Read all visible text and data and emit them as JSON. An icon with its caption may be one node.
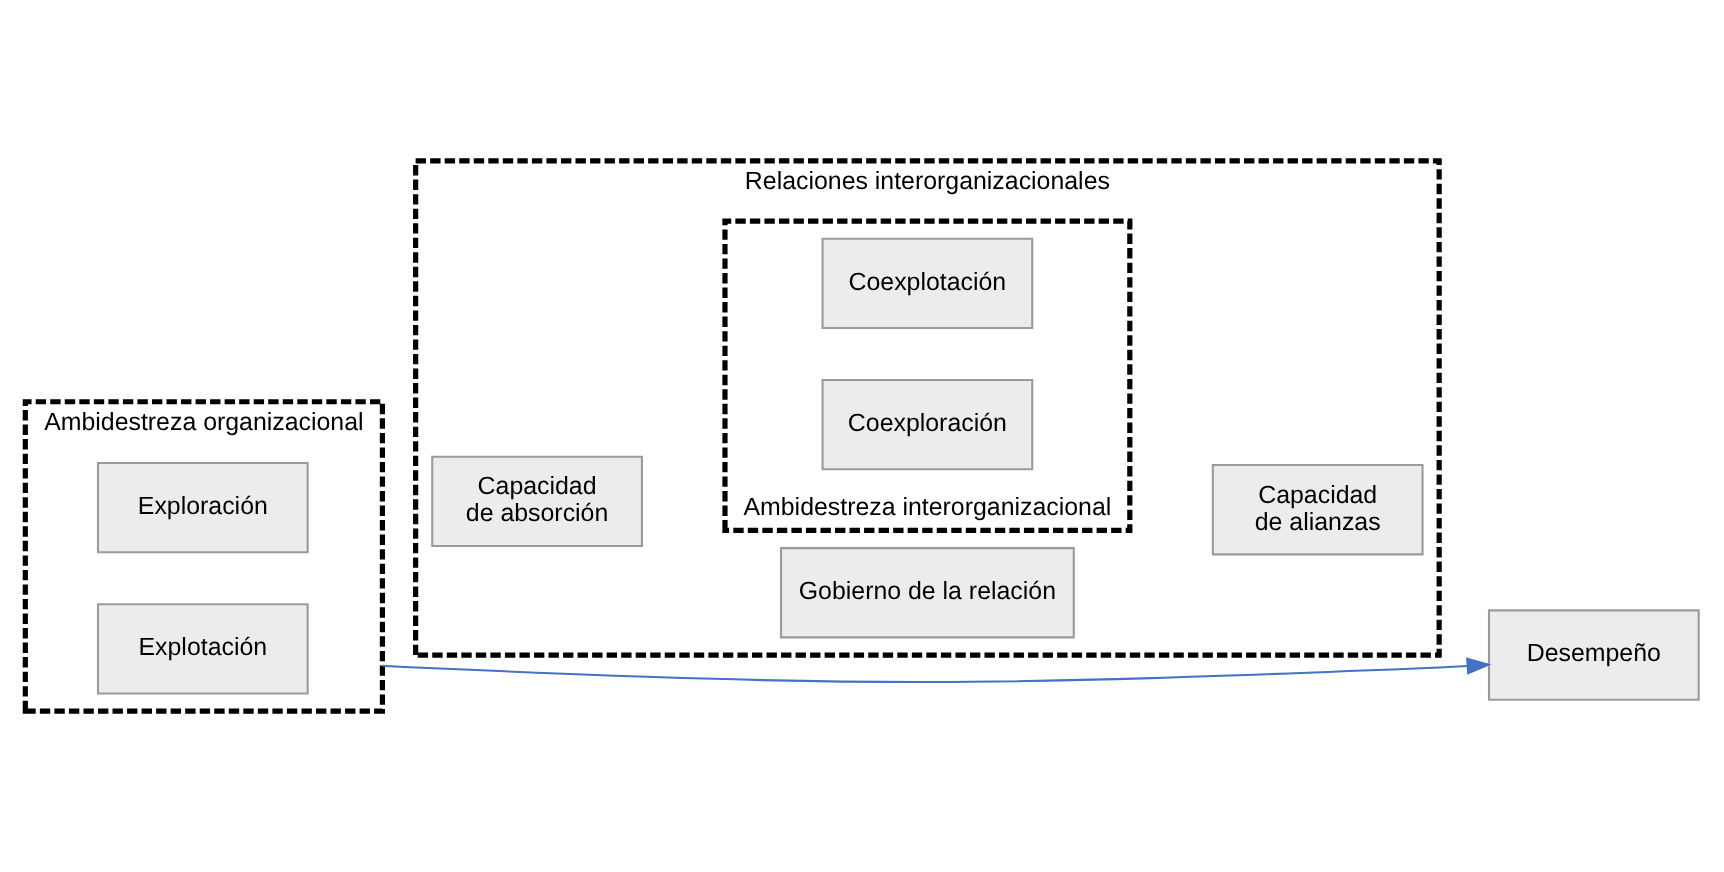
{
  "diagram": {
    "nodes": [
      {
        "text": [
          "Ambidestreza organizacional"
        ]
      },
      {
        "text": [
          "Explotación"
        ],
        "in": 0
      },
      {
        "text": [
          "Exploración"
        ],
        "in": 0
      },
      {
        "text": [
          "Relaciones interorganizacionales"
        ]
      },
      {
        "text": [
          "Gobierno de la relación"
        ],
        "in": 3
      },
      {
        "text": [
          "Capacidad de absorción"
        ],
        "in": 3
      },
      {
        "text": [
          "Ambidestreza interorganizacional"
        ],
        "in": 3
      },
      {
        "text": [
          "Coexplotación"
        ],
        "in": 6
      },
      {
        "text": [
          "Coexploración"
        ],
        "in": 6
      },
      {
        "text": [
          "Capacidad de alianzas"
        ],
        "in": 3
      },
      {
        "text": [
          "Desempeño"
        ]
      }
    ],
    "edges": [
      {
        "from": 0,
        "to": 10,
        "arrow": "to",
        "color": "#4472c4"
      }
    ]
  }
}
